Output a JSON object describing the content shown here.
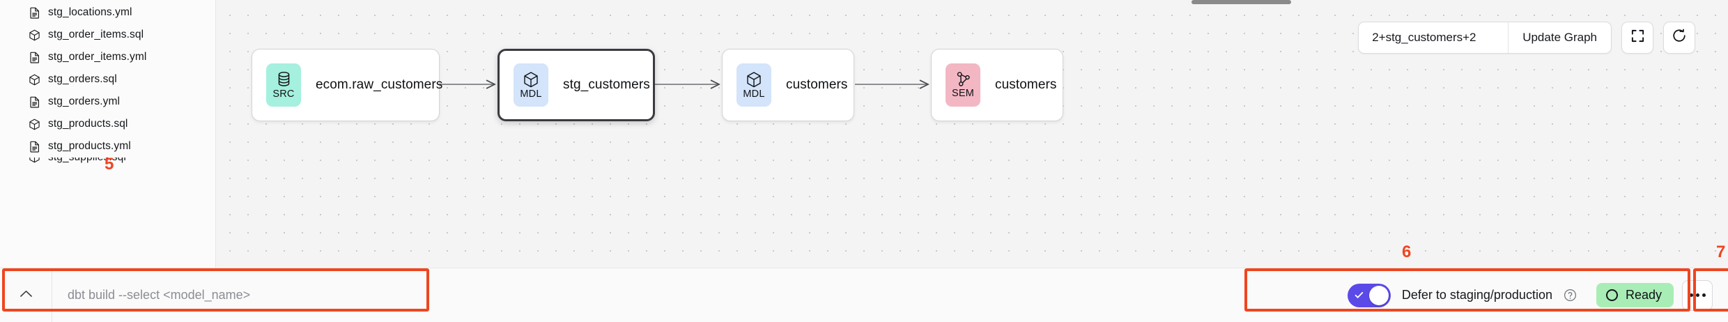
{
  "sidebar": {
    "files": [
      {
        "name": "stg_locations.yml",
        "icon": "file-yml-icon",
        "type": "yml"
      },
      {
        "name": "stg_order_items.sql",
        "icon": "cube-sql-icon",
        "type": "sql"
      },
      {
        "name": "stg_order_items.yml",
        "icon": "file-yml-icon",
        "type": "yml"
      },
      {
        "name": "stg_orders.sql",
        "icon": "cube-sql-icon",
        "type": "sql"
      },
      {
        "name": "stg_orders.yml",
        "icon": "file-yml-icon",
        "type": "yml"
      },
      {
        "name": "stg_products.sql",
        "icon": "cube-sql-icon",
        "type": "sql"
      },
      {
        "name": "stg_products.yml",
        "icon": "file-yml-icon",
        "type": "yml"
      },
      {
        "name": "stg_supplies.sql",
        "icon": "cube-sql-icon",
        "type": "sql"
      }
    ]
  },
  "graph_toolbar": {
    "search_value": "2+stg_customers+2",
    "search_placeholder": "2+stg_customers+2",
    "update_graph_label": "Update Graph",
    "fullscreen_icon": "fullscreen-icon",
    "refresh_icon": "refresh-icon"
  },
  "graph": {
    "nodes": [
      {
        "id": "src_raw_customers",
        "badge": "SRC",
        "badge_icon": "database-icon",
        "badge_color": "#a5f0de",
        "title": "ecom.raw_customers",
        "selected": false
      },
      {
        "id": "stg_customers",
        "badge": "MDL",
        "badge_icon": "cube-icon",
        "badge_color": "#d3e4fb",
        "title": "stg_customers",
        "selected": true
      },
      {
        "id": "mdl_customers",
        "badge": "MDL",
        "badge_icon": "cube-icon",
        "badge_color": "#d3e4fb",
        "title": "customers",
        "selected": false
      },
      {
        "id": "sem_customers",
        "badge": "SEM",
        "badge_icon": "semantic-graph-icon",
        "badge_color": "#f3b7c4",
        "title": "customers",
        "selected": false
      }
    ],
    "edges": [
      {
        "from": "src_raw_customers",
        "to": "stg_customers"
      },
      {
        "from": "stg_customers",
        "to": "mdl_customers"
      },
      {
        "from": "mdl_customers",
        "to": "sem_customers"
      }
    ]
  },
  "command_bar": {
    "collapse_icon": "chevron-up-icon",
    "input_value": "",
    "input_placeholder": "dbt build --select <model_name>"
  },
  "status_bar": {
    "defer_toggle_on": true,
    "defer_label": "Defer to staging/production",
    "help_icon": "question-circle-icon",
    "status_label": "Ready",
    "status_color": "#a9edb6",
    "more_icon": "ellipsis-icon"
  },
  "annotations": [
    {
      "number": "5",
      "target": "command-bar"
    },
    {
      "number": "6",
      "target": "defer-toggle-group"
    },
    {
      "number": "7",
      "target": "status-group"
    }
  ],
  "colors": {
    "annotation": "#ef4520",
    "toggle_on": "#5b4ae8",
    "badge_src": "#a5f0de",
    "badge_mdl": "#d3e4fb",
    "badge_sem": "#f3b7c4",
    "status_ready": "#a9edb6"
  }
}
